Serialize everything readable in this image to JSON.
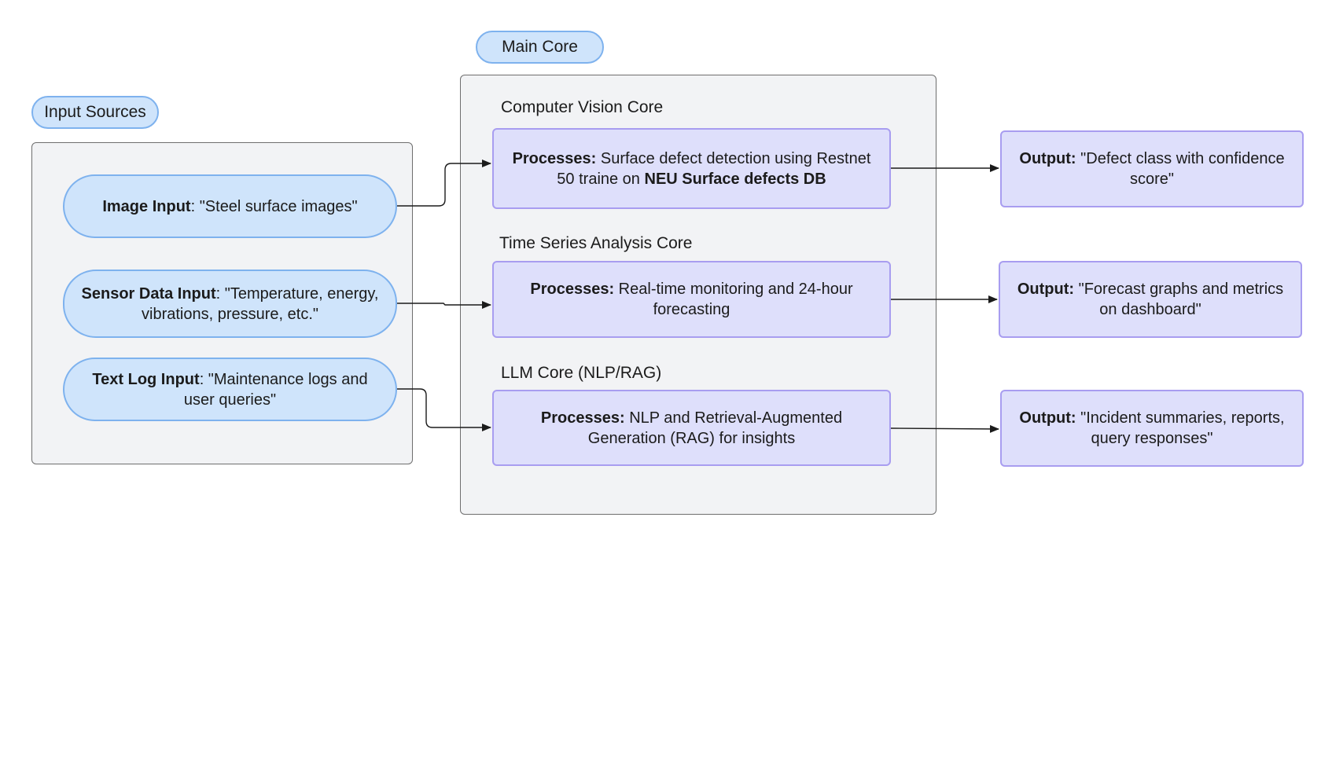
{
  "labels": {
    "input_sources": "Input Sources",
    "main_core": "Main Core"
  },
  "inputs": [
    {
      "bold": "Image Input",
      "text": ": \"Steel surface images\""
    },
    {
      "bold": "Sensor Data Input",
      "text": ": \"Temperature, energy, vibrations, pressure, etc.\""
    },
    {
      "bold": "Text Log Input",
      "text": ": \"Maintenance logs and user queries\""
    }
  ],
  "cores": [
    {
      "title": "Computer Vision Core",
      "process_bold": "Processes:",
      "process_text": " Surface defect detection using Restnet 50 traine on ",
      "process_bold2": "NEU Surface defects DB",
      "output_bold": "Output:",
      "output_text": " \"Defect class with confidence score\""
    },
    {
      "title": "Time Series Analysis Core",
      "process_bold": "Processes:",
      "process_text": " Real-time monitoring and 24-hour forecasting",
      "output_bold": "Output:",
      "output_text": " \"Forecast graphs and metrics on dashboard\""
    },
    {
      "title": "LLM Core (NLP/RAG)",
      "process_bold": "Processes:",
      "process_text": " NLP and Retrieval-Augmented Generation (RAG) for insights",
      "output_bold": "Output:",
      "output_text": " \"Incident summaries, reports, query responses\""
    }
  ],
  "colors": {
    "input_fill": "#cfe4fb",
    "input_border": "#7eb2ee",
    "process_fill": "#dedffb",
    "process_border": "#a89df0",
    "group_fill": "#f2f3f5",
    "connector": "#1b1b1b"
  }
}
